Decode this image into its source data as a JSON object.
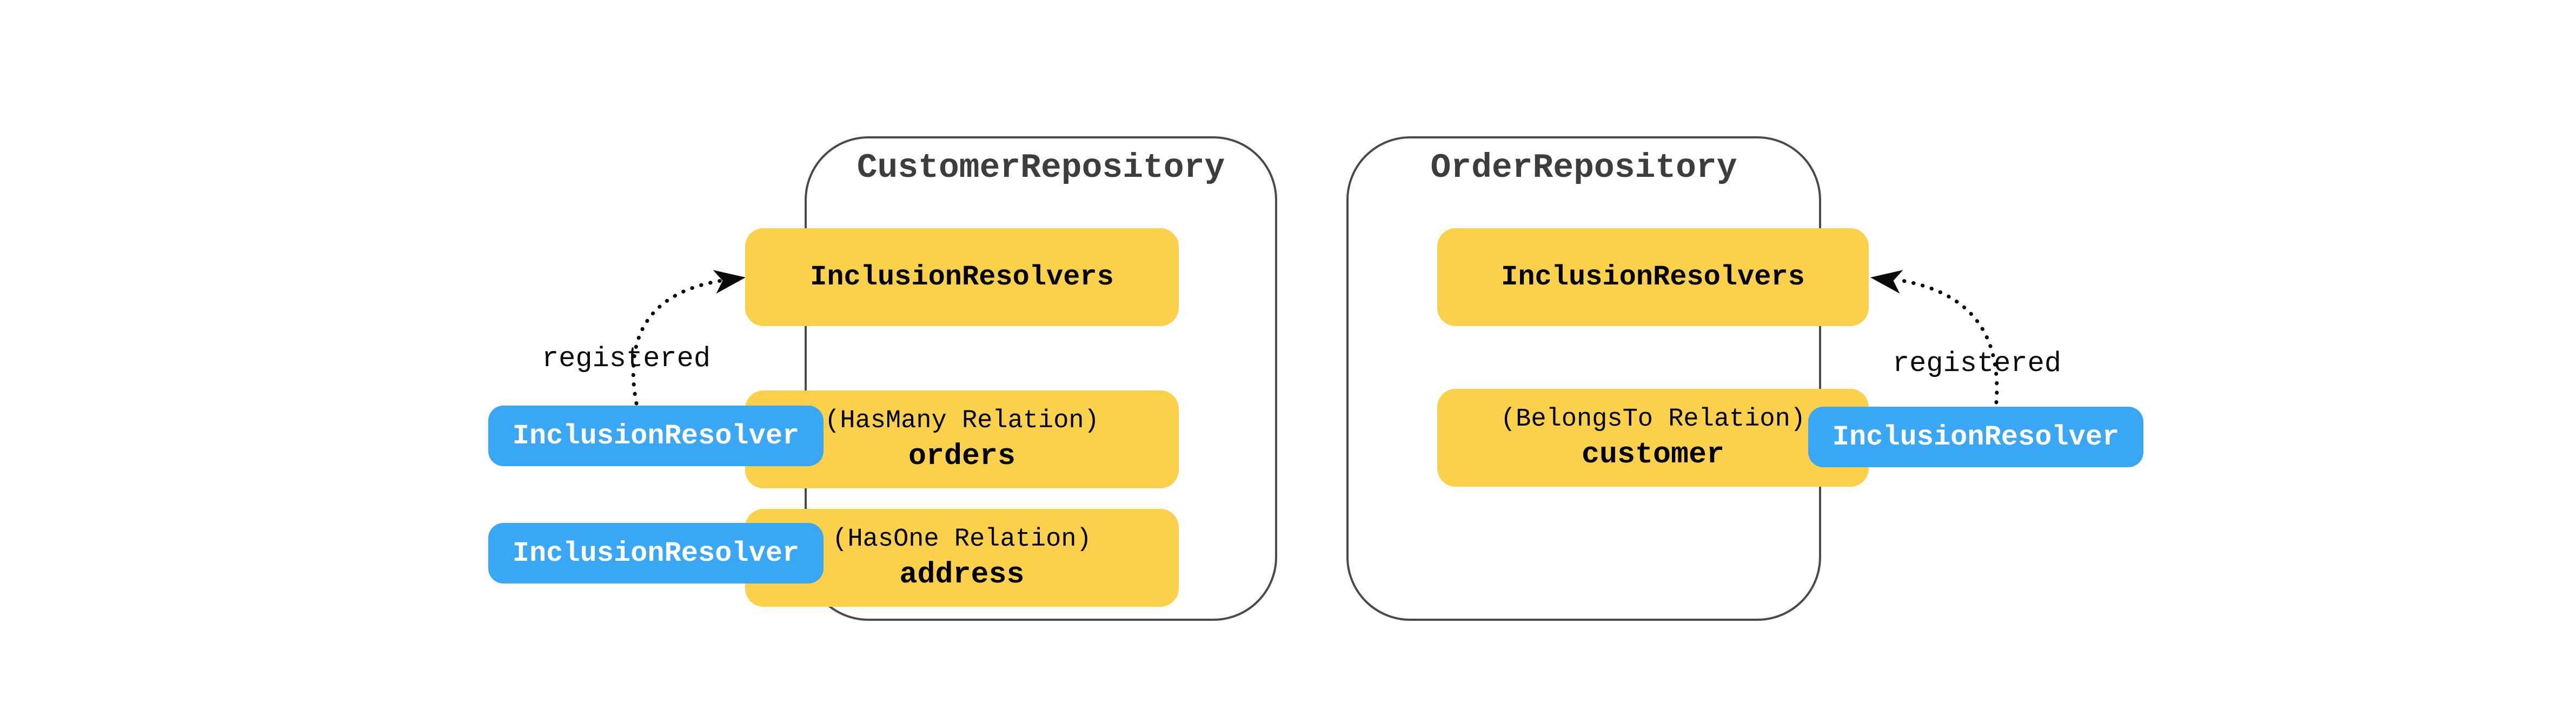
{
  "diagram": {
    "repositories": [
      {
        "title": "CustomerRepository",
        "resolvers_label": "InclusionResolvers",
        "relations": [
          {
            "kind": "(HasMany Relation)",
            "name": "orders"
          },
          {
            "kind": "(HasOne Relation)",
            "name": "address"
          }
        ],
        "resolver_chips": [
          "InclusionResolver",
          "InclusionResolver"
        ],
        "edge_label": "registered"
      },
      {
        "title": "OrderRepository",
        "resolvers_label": "InclusionResolvers",
        "relations": [
          {
            "kind": "(BelongsTo Relation)",
            "name": "customer"
          }
        ],
        "resolver_chips": [
          "InclusionResolver"
        ],
        "edge_label": "registered"
      }
    ],
    "colors": {
      "yellow": "#FBD04B",
      "blue": "#3AA7F6",
      "repo_border": "#4A4A4A",
      "title_text": "#3D3D3D",
      "arrow": "#0A0A0A",
      "node_text_dark": "#000000",
      "node_text_light": "#FFFFFF",
      "canvas_bg": "#FFFFFF"
    }
  }
}
